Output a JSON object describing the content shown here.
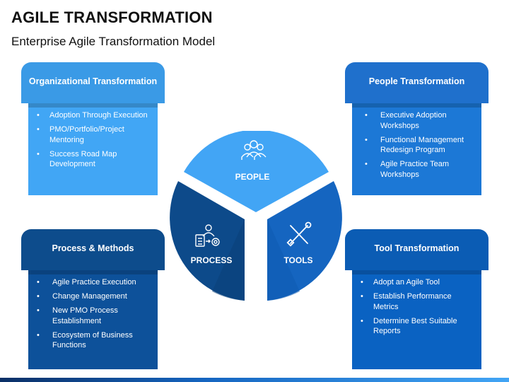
{
  "header": {
    "title": "AGILE TRANSFORMATION",
    "subtitle": "Enterprise Agile Transformation Model"
  },
  "cards": {
    "organizational": {
      "title": "Organizational Transformation",
      "items": [
        "Adoption Through Execution",
        " PMO/Portfolio/Project Mentoring",
        "Success Road Map Development"
      ]
    },
    "people": {
      "title": "People Transformation",
      "items": [
        "Executive Adoption Workshops",
        "Functional Management Redesign Program",
        "Agile Practice Team Workshops"
      ]
    },
    "process": {
      "title": "Process & Methods",
      "items": [
        "Agile Practice Execution",
        "Change Management",
        "New PMO Process Establishment",
        "Ecosystem of Business Functions"
      ]
    },
    "tool": {
      "title": "Tool Transformation",
      "items": [
        "Adopt an Agile Tool",
        "Establish Performance Metrics",
        "Determine Best Suitable Reports"
      ]
    }
  },
  "wheel": {
    "people_label": "PEOPLE",
    "process_label": "PROCESS",
    "tools_label": "TOOLS",
    "people_icon": "people-group-icon",
    "process_icon": "process-gear-icon",
    "tools_icon": "wrench-screwdriver-icon"
  },
  "colors": {
    "people_segment": "#42a5f5",
    "process_segment": "#0d4a8a",
    "tools_segment": "#1565c0"
  }
}
